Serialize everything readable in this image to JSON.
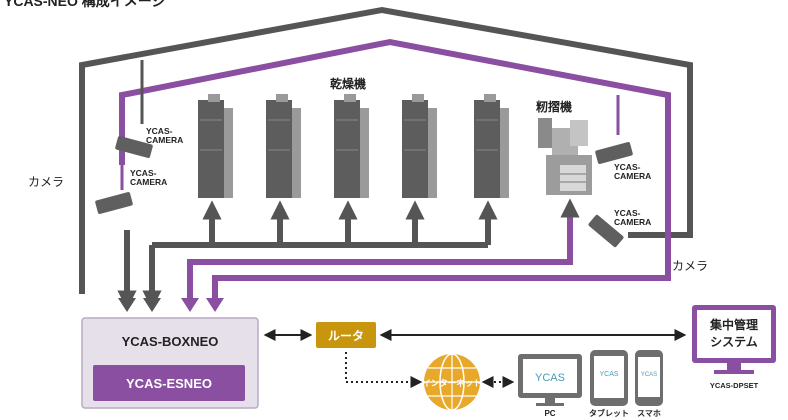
{
  "title": "YCAS-NEO 構成イメージ",
  "labels": {
    "dryers": "乾燥機",
    "huller": "籾摺機",
    "camera_left": "カメラ",
    "camera_right": "カメラ",
    "cam1": [
      "YCAS-",
      "CAMERA"
    ],
    "cam2": [
      "YCAS-",
      "CAMERA"
    ],
    "cam3": [
      "YCAS-",
      "CAMERA"
    ],
    "cam4": [
      "YCAS-",
      "CAMERA"
    ]
  },
  "boxneo": {
    "label": "YCAS-BOXNEO",
    "inner_label": "YCAS-ESNEO"
  },
  "router": {
    "label": "ルータ"
  },
  "internet": {
    "label": "インターネット"
  },
  "central": {
    "label_line1": "集中管理",
    "label_line2": "システム",
    "sub": "YCAS-DPSET"
  },
  "devices": {
    "pc": "PC",
    "tablet": "タブレット",
    "phone": "スマホ",
    "screen_logo": "YCAS"
  },
  "colors": {
    "gray": "#555555",
    "purple": "#8a4fa0",
    "router": "#c8960e",
    "box_fill": "#e6e0ea",
    "esneo": "#8a4fa0"
  }
}
